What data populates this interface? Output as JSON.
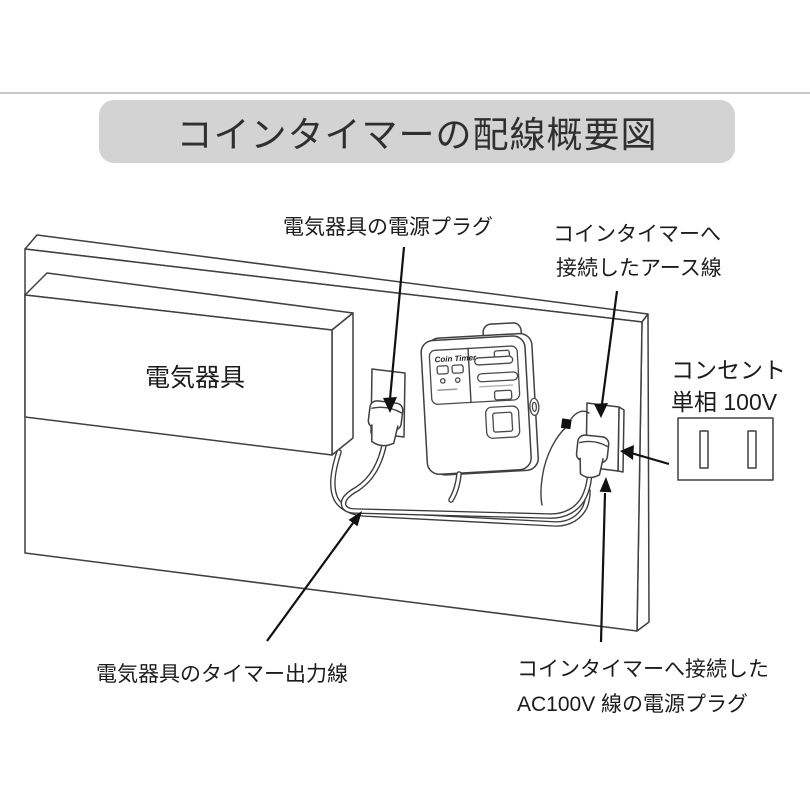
{
  "title": {
    "text": "コインタイマーの配線概要図"
  },
  "labels": {
    "appliance_plug": "電気器具の電源プラグ",
    "earth_wire_line1": "コインタイマーへ",
    "earth_wire_line2": "接続したアース線",
    "appliance": "電気器具",
    "outlet_line1": "コンセント",
    "outlet_line2": "単相 100V",
    "timer_output": "電気器具のタイマー出力線",
    "ac_plug_line1": "コインタイマーへ接続した",
    "ac_plug_line2": "AC100V 線の電源プラグ"
  },
  "device": {
    "logo": "Coin Timer"
  },
  "colors": {
    "banner_bg": "#d3d3d3",
    "banner_text": "#2f2f2f",
    "diagram_line": "#404040",
    "label_text": "#1c1c1c",
    "top_rule": "#c9c9c9"
  }
}
